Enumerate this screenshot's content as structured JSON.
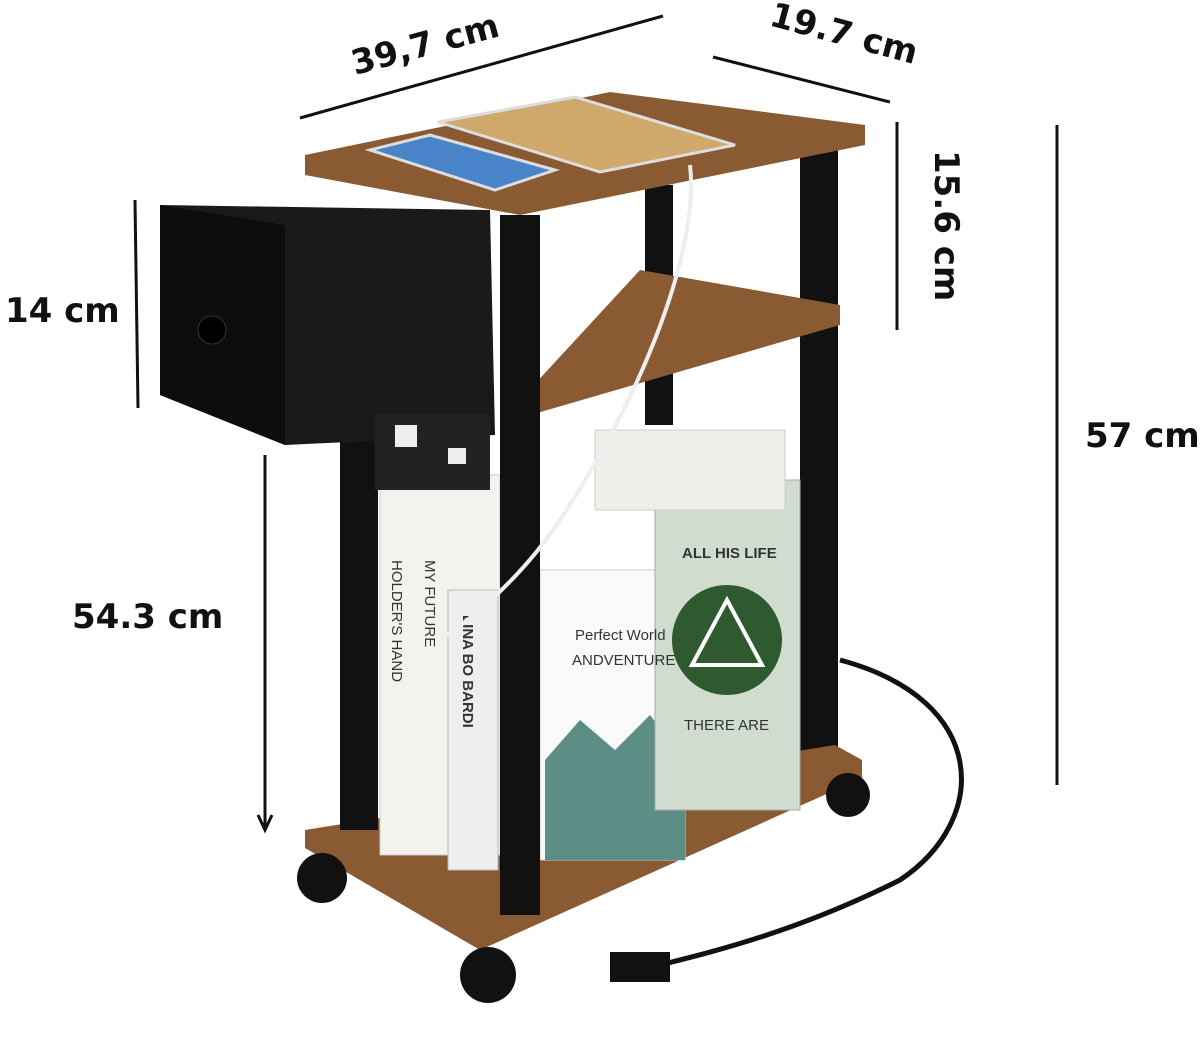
{
  "dimensions": {
    "width": "39,7 cm",
    "depth": "19.7 cm",
    "top_gap": "15.6 cm",
    "drawer_height": "14 cm",
    "total_height": "57 cm",
    "bottom_height": "54.3 cm"
  },
  "books": {
    "book1": "ALL HIS LIFE",
    "book2": "Perfect World",
    "book3": "ANDVENTURE",
    "book4": "LINA BO BARDI",
    "book5": "MY FUTURE",
    "book6": "HOLDER'S HAND",
    "book7": "THERE ARE"
  },
  "colors": {
    "wood": "#8a5a32",
    "frame": "#111111",
    "dimension_text": "#111111"
  }
}
